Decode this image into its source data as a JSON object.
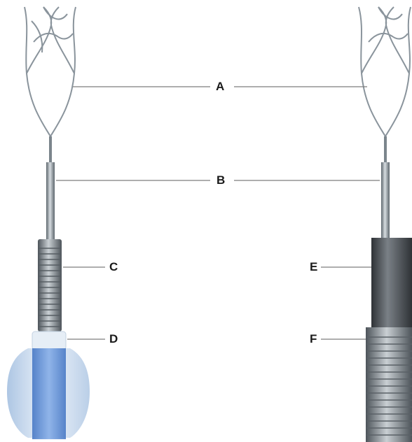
{
  "labels": {
    "a": "A",
    "b": "B",
    "c": "C",
    "d": "D",
    "e": "E",
    "f": "F"
  },
  "colors": {
    "wire": "#8a949c",
    "leader": "#7d7d7d",
    "shaft": "#9aa3aa",
    "sheath_dark": "#4a4f54",
    "coil": "#6f767c",
    "balloon": "#c9dcf0",
    "balloon_core": "#5b8fd4",
    "ring": "#e6eef6"
  }
}
